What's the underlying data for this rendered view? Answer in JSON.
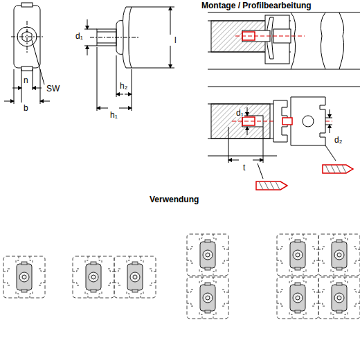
{
  "diagram": {
    "labels": [
      "Montage / Profilbearbeitung",
      "SW",
      "n",
      "b",
      "d₁",
      "h₂",
      "h₁",
      "l",
      "d₁",
      "d₂",
      "t",
      "Verwendung"
    ]
  }
}
